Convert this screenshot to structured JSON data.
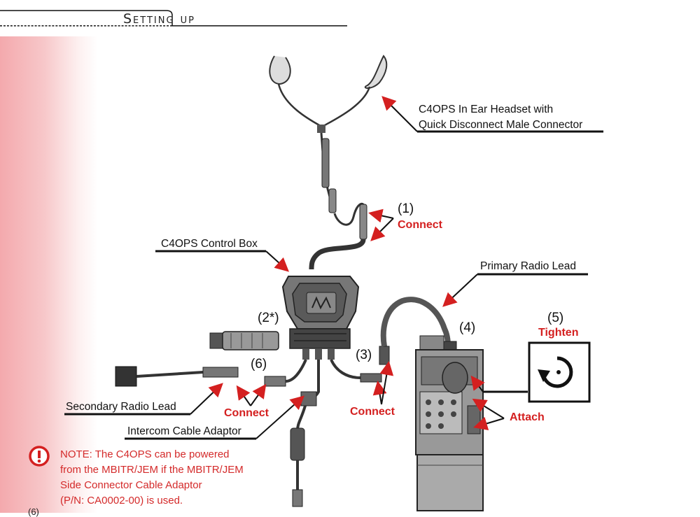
{
  "header": {
    "title": "Setting up"
  },
  "labels": {
    "headset": [
      "C4OPS In Ear Headset with",
      "Quick Disconnect Male Connector"
    ],
    "control_box": "C4OPS Control Box",
    "primary_radio_lead": "Primary Radio Lead",
    "secondary_radio_lead": "Secondary Radio Lead",
    "intercom_adaptor": "Intercom Cable Adaptor"
  },
  "steps": {
    "s1": "(1)",
    "s2": "(2*)",
    "s3": "(3)",
    "s4": "(4)",
    "s5": "(5)",
    "s6": "(6)"
  },
  "actions": {
    "connect_1": "Connect",
    "connect_3": "Connect",
    "connect_6": "Connect",
    "tighten": "Tighten",
    "attach": "Attach"
  },
  "note": {
    "lines": [
      "NOTE: The C4OPS can be powered",
      "from the MBITR/JEM if the MBITR/JEM",
      "Side Connector Cable Adaptor",
      "(P/N: CA0002-00) is used."
    ]
  },
  "page_number": "(6)",
  "colors": {
    "accent_red": "#d42020",
    "band_pink": "#f4a9ad",
    "line_dark": "#111111"
  }
}
